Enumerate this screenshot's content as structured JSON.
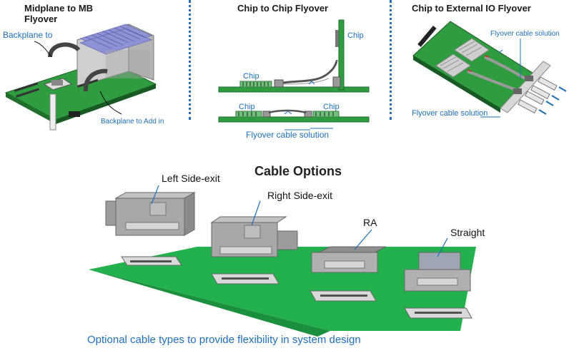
{
  "panels": {
    "midplane": {
      "title_line1": "Midplane to MB",
      "title_line2": "Flyover",
      "label_backplane": "Backplane to",
      "label_addin": "Backplane to Add in"
    },
    "chip_to_chip": {
      "title": "Chip to Chip Flyover",
      "label_chip_top": "Chip",
      "label_chip_left": "Chip",
      "label_chip_bottom_left": "Chip",
      "label_chip_bottom_right": "Chip",
      "label_solution": "Flyover cable solution"
    },
    "external_io": {
      "title": "Chip to External IO Flyover",
      "label_solution_top": "Flyover cable solution",
      "label_solution_bottom": "Flyover cable solution"
    }
  },
  "options": {
    "heading": "Cable Options",
    "left": "Left Side-exit",
    "right": "Right Side-exit",
    "ra": "RA",
    "straight": "Straight",
    "caption": "Optional cable types to provide flexibility in system design"
  },
  "colors": {
    "pcb_green": "#22b14c",
    "accent_blue": "#1f6fb8",
    "connector_gray": "#8c8c8c"
  }
}
